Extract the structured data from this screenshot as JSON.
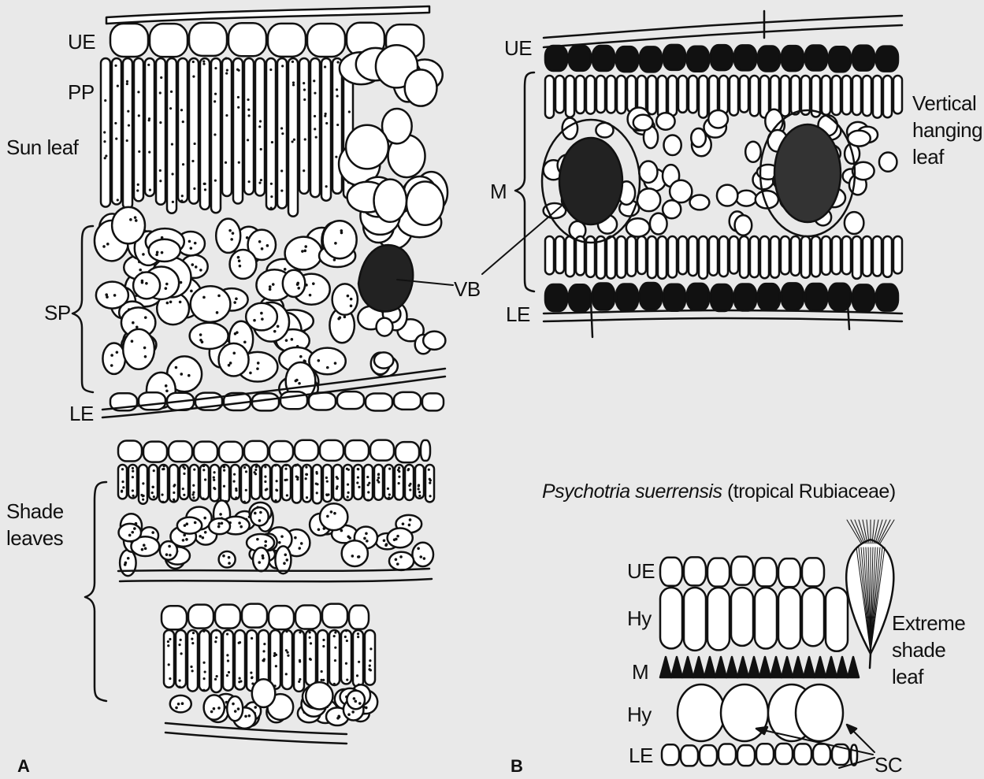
{
  "panel_a": {
    "letter": "A",
    "sun_leaf": {
      "title": "Sun leaf",
      "labels": {
        "ue": "UE",
        "pp": "PP",
        "sp": "SP",
        "le": "LE"
      }
    },
    "shade_leaves": {
      "title_line1": "Shade",
      "title_line2": "leaves"
    },
    "vb_label": "VB"
  },
  "panel_b": {
    "letter": "B",
    "vertical_leaf": {
      "title_line1": "Vertical",
      "title_line2": "hanging",
      "title_line3": "leaf",
      "labels": {
        "ue": "UE",
        "m": "M",
        "le": "LE"
      }
    },
    "species": {
      "name": "Psychotria suerrensis",
      "family": "(tropical Rubiaceae)"
    },
    "extreme_shade_leaf": {
      "title_line1": "Extreme",
      "title_line2": "shade",
      "title_line3": "leaf",
      "labels": {
        "ue": "UE",
        "hy1": "Hy",
        "m": "M",
        "hy2": "Hy",
        "le": "LE",
        "sc": "SC"
      }
    }
  },
  "colors": {
    "background": "#e9e9e9",
    "ink": "#111111",
    "cell_fill": "#ffffff"
  }
}
